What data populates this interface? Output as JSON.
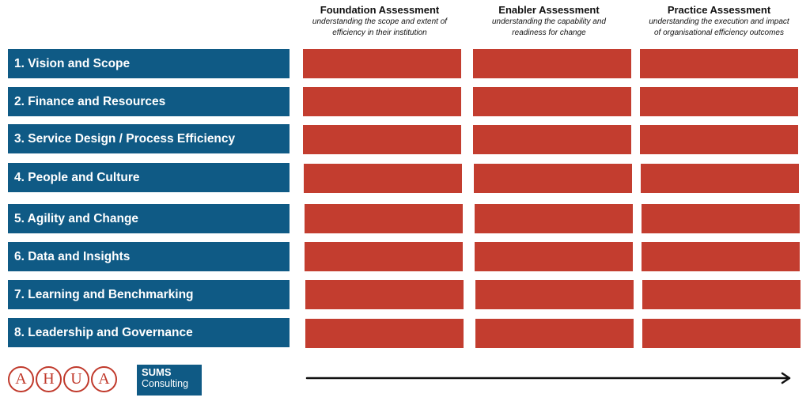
{
  "colors": {
    "label_bg": "#0f5a85",
    "cell_bg": "#c33d2f",
    "logo_red": "#c0392b",
    "arrow": "#111111"
  },
  "columns": [
    {
      "title": "Foundation Assessment",
      "subtitle_1": "understanding the scope and extent of",
      "subtitle_2": "efficiency in their institution"
    },
    {
      "title": "Enabler Assessment",
      "subtitle_1": "understanding the capability and",
      "subtitle_2": "readiness for change"
    },
    {
      "title": "Practice Assessment",
      "subtitle_1": "understanding the execution and impact",
      "subtitle_2": "of organisational efficiency outcomes"
    }
  ],
  "rows": [
    {
      "label": "1. Vision and Scope"
    },
    {
      "label": "2. Finance and Resources"
    },
    {
      "label": "3. Service Design / Process Efficiency"
    },
    {
      "label": "4. People and Culture"
    },
    {
      "label": "5. Agility and Change"
    },
    {
      "label": "6. Data and Insights"
    },
    {
      "label": "7. Learning and Benchmarking"
    },
    {
      "label": "8. Leadership and Governance"
    }
  ],
  "logos": {
    "ahua_letters": [
      "A",
      "H",
      "U",
      "A"
    ],
    "sums_line1": "SUMS",
    "sums_line2": "Consulting"
  },
  "arrow_icon": "right-arrow-icon"
}
